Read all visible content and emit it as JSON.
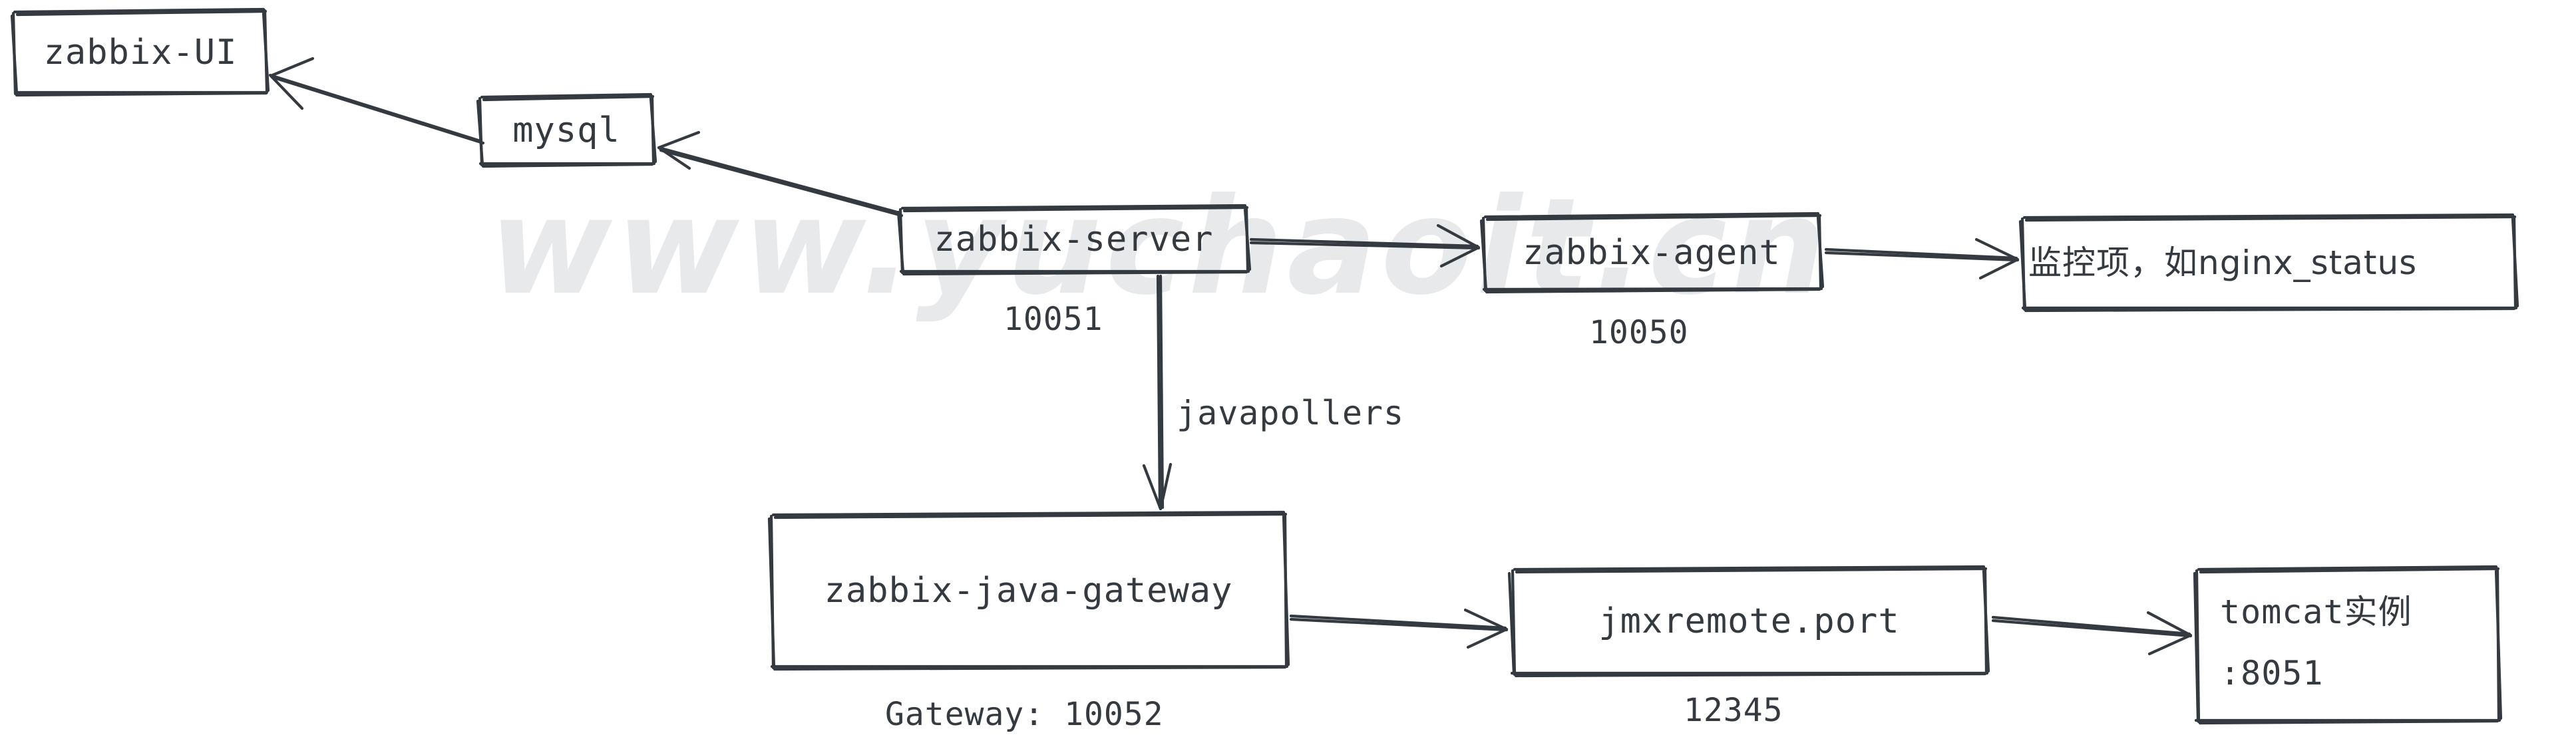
{
  "diagram": {
    "title": "zabbix monitoring architecture",
    "background": "#ffffff",
    "stroke_color": "#343a40",
    "watermark_color": "#e7e9eb",
    "watermark_text": "www.yuchaoit.cn",
    "nodes": [
      {
        "id": "zabbix-ui",
        "label": "zabbix-UI",
        "caption": ""
      },
      {
        "id": "mysql",
        "label": "mysql",
        "caption": ""
      },
      {
        "id": "zabbix-server",
        "label": "zabbix-server",
        "caption": "10051"
      },
      {
        "id": "zabbix-agent",
        "label": "zabbix-agent",
        "caption": "10050"
      },
      {
        "id": "monitor-item",
        "label": "监控项，如nginx_status",
        "caption": ""
      },
      {
        "id": "zabbix-java-gateway",
        "label": "zabbix-java-gateway",
        "caption": "Gateway: 10052"
      },
      {
        "id": "jmxremote-port",
        "label": "jmxremote.port",
        "caption": "12345"
      },
      {
        "id": "tomcat-instance",
        "label": "tomcat实例\n:8051",
        "caption": ""
      }
    ],
    "edges": [
      {
        "id": "mysql-to-ui",
        "from": "mysql",
        "to": "zabbix-ui",
        "label": ""
      },
      {
        "id": "server-to-mysql",
        "from": "zabbix-server",
        "to": "mysql",
        "label": ""
      },
      {
        "id": "server-to-agent",
        "from": "zabbix-server",
        "to": "zabbix-agent",
        "label": ""
      },
      {
        "id": "agent-to-item",
        "from": "zabbix-agent",
        "to": "monitor-item",
        "label": ""
      },
      {
        "id": "server-to-gateway",
        "from": "zabbix-server",
        "to": "zabbix-java-gateway",
        "label": "javapollers"
      },
      {
        "id": "gateway-to-jmx",
        "from": "zabbix-java-gateway",
        "to": "jmxremote-port",
        "label": ""
      },
      {
        "id": "jmx-to-tomcat",
        "from": "jmxremote-port",
        "to": "tomcat-instance",
        "label": ""
      }
    ],
    "labels": {
      "zabbix_ui": "zabbix-UI",
      "mysql": "mysql",
      "zabbix_server": "zabbix-server",
      "zabbix_server_port": "10051",
      "zabbix_agent": "zabbix-agent",
      "zabbix_agent_port": "10050",
      "monitor_item": "监控项，如nginx_status",
      "javapollers": "javapollers",
      "zabbix_java_gateway": "zabbix-java-gateway",
      "gateway_port": "Gateway: 10052",
      "jmxremote_port": "jmxremote.port",
      "jmx_port_value": "12345",
      "tomcat_line1": "tomcat实例",
      "tomcat_line2": ":8051",
      "watermark": "www.yuchaoit.cn"
    }
  }
}
